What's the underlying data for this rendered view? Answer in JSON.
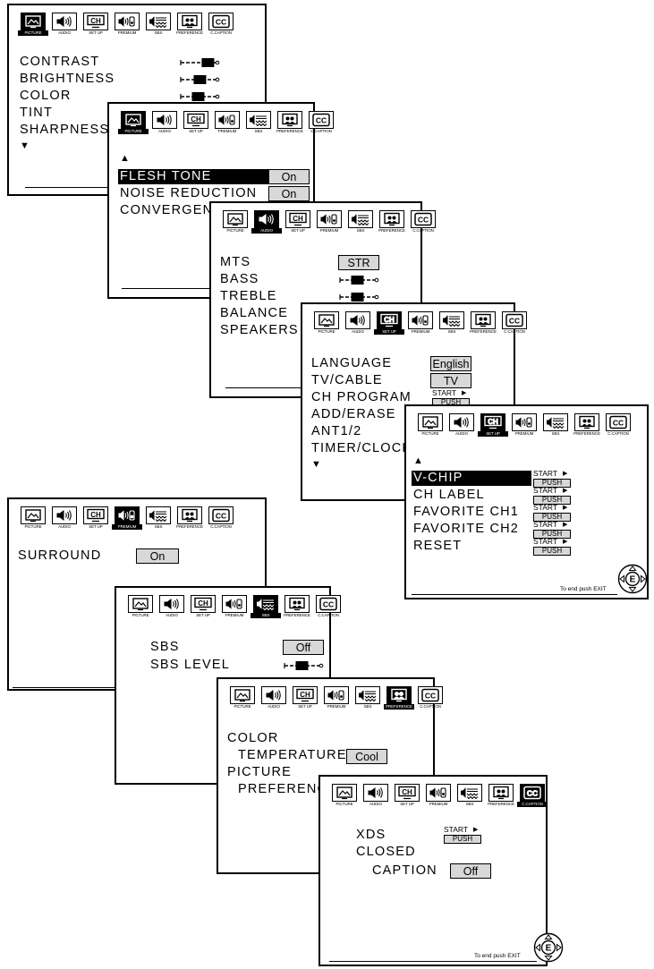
{
  "tab_labels": [
    "PICTURE",
    "AUDIO",
    "SET UP",
    "PREMIUM",
    "SBS",
    "PREFERENCE",
    "C.CAPTION"
  ],
  "tab_icons": [
    "picture-icon",
    "audio-speaker-icon",
    "ch-setup-icon",
    "premium-speaker-icon",
    "sbs-icon",
    "preference-icon",
    "closed-caption-icon"
  ],
  "colors": {
    "frame": "#000000",
    "background": "#ffffff",
    "value_box": "#d8d8d8",
    "highlight": "#000000"
  },
  "ch_icon_text": "CH",
  "cc_icon_text": "CC",
  "joystick_text": "E",
  "footer_text": "To end push EXIT",
  "start_text": "START",
  "push_text": "PUSH",
  "scroll_down": "▼",
  "scroll_up": "▲",
  "panels": {
    "picture1": {
      "active_tab": "PICTURE",
      "items": [
        "CONTRAST",
        "BRIGHTNESS",
        "COLOR",
        "TINT",
        "SHARPNESS"
      ],
      "slider_levels": [
        0.78,
        0.55,
        0.5
      ]
    },
    "picture2": {
      "active_tab": "PICTURE",
      "items": [
        "FLESH TONE",
        "NOISE REDUCTION",
        "CONVERGENCE"
      ],
      "values": [
        "On",
        "On"
      ]
    },
    "audio": {
      "active_tab": "AUDIO",
      "items": [
        "MTS",
        "BASS",
        "TREBLE",
        "BALANCE",
        "SPEAKERS"
      ],
      "mts_value": "STR",
      "slider_levels": [
        0.5,
        0.5
      ]
    },
    "setup1": {
      "active_tab": "SET UP",
      "items": [
        "LANGUAGE",
        "TV/CABLE",
        "CH PROGRAM",
        "ADD/ERASE",
        "ANT1/2",
        "TIMER/CLOCK"
      ],
      "values": [
        "English",
        "TV"
      ]
    },
    "setup2": {
      "active_tab": "SET UP",
      "items": [
        "V-CHIP",
        "CH LABEL",
        "FAVORITE CH1",
        "FAVORITE CH2",
        "RESET"
      ]
    },
    "premium": {
      "active_tab": "PREMIUM",
      "items": [
        "SURROUND"
      ],
      "values": [
        "On"
      ]
    },
    "sbs": {
      "active_tab": "SBS",
      "items": [
        "SBS",
        "SBS LEVEL"
      ],
      "values": [
        "Off"
      ],
      "slider_levels": [
        0.5
      ]
    },
    "preference": {
      "active_tab": "PREFERENCE",
      "items": [
        "COLOR",
        "TEMPERATURE",
        "PICTURE",
        "PREFERENCE"
      ],
      "values": [
        "Cool"
      ]
    },
    "ccaption": {
      "active_tab": "C.CAPTION",
      "items": [
        "XDS",
        "CLOSED",
        "CAPTION"
      ],
      "values": [
        "Off"
      ]
    }
  }
}
